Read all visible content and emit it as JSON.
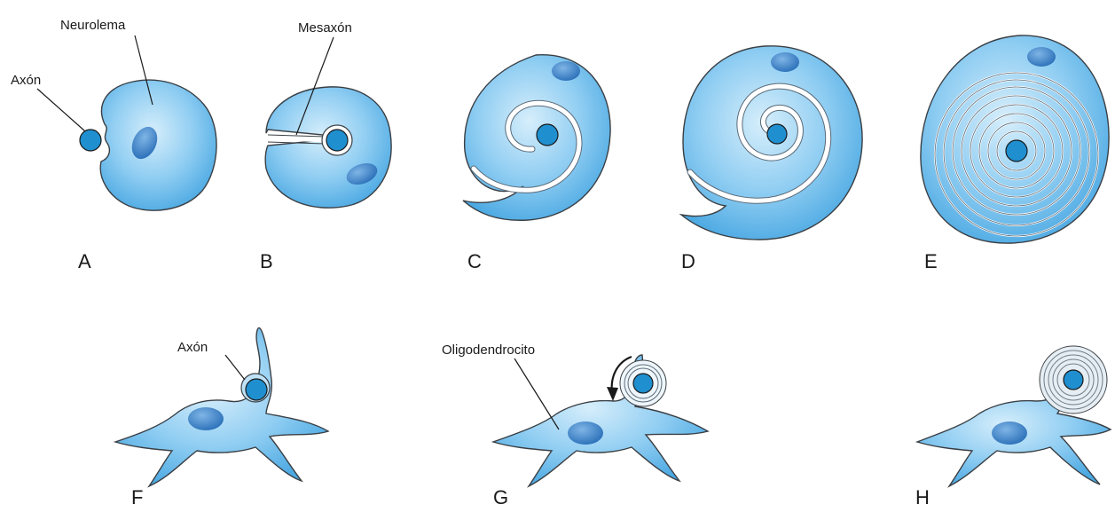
{
  "labels": {
    "neurolema": "Neurolema",
    "axon_a": "Axón",
    "mesaxon": "Mesaxón",
    "axon_f": "Axón",
    "oligodendrocito": "Oligodendrocito"
  },
  "panels": [
    "A",
    "B",
    "C",
    "D",
    "E",
    "F",
    "G",
    "H"
  ],
  "colors": {
    "cytoplasm_light": "#cfe9f8",
    "cytoplasm_dark": "#5fb6ea",
    "nucleus": "#2f7fc4",
    "axon": "#1f8fd0",
    "outline": "#3a3f44"
  }
}
